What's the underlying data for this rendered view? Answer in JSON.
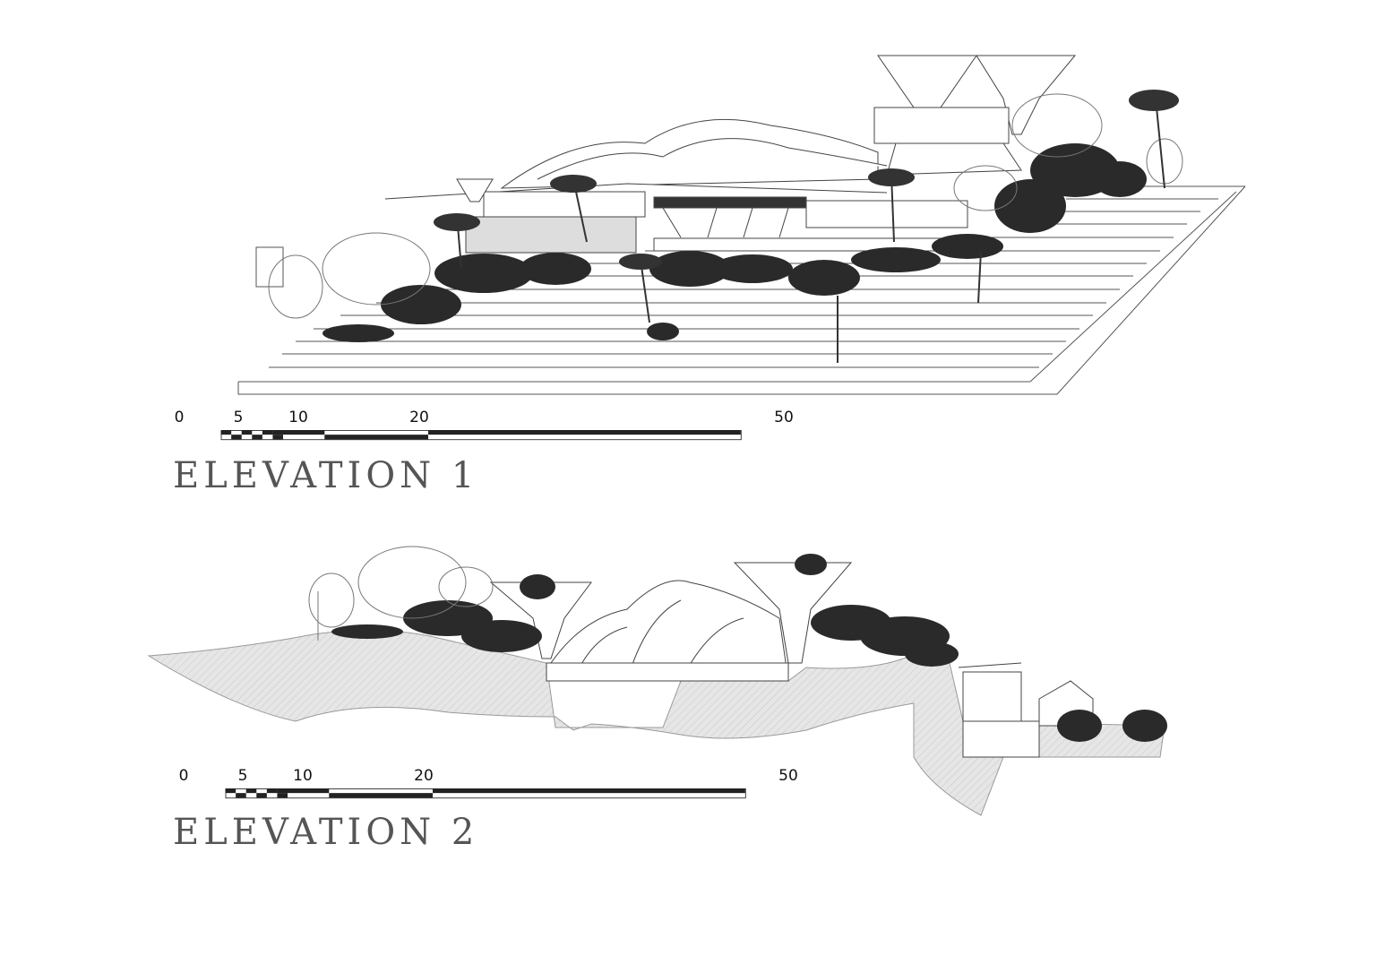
{
  "elevations": [
    {
      "title": "ELEVATION 1",
      "scale_ticks": [
        "0",
        "5",
        "10",
        "20",
        "50"
      ]
    },
    {
      "title": "ELEVATION 2",
      "scale_ticks": [
        "0",
        "5",
        "10",
        "20",
        "50"
      ]
    }
  ],
  "colors": {
    "ink": "#1a1a1a",
    "title": "#555555",
    "ground_hatch": "#d9d9d9",
    "foliage_dark": "#2a2a2a"
  }
}
